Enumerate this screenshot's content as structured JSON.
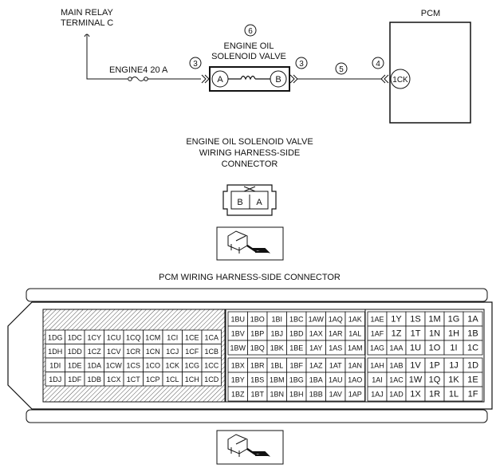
{
  "labels": {
    "main_relay": [
      "MAIN RELAY",
      "TERMINAL C"
    ],
    "pcm": "PCM",
    "fuse": "ENGINE4 20 A",
    "valve_title": [
      "ENGINE OIL",
      "SOLENOID VALVE"
    ],
    "terminal_a": "A",
    "terminal_b": "B",
    "pcm_terminal": "1CK",
    "callouts": {
      "c3_left": "3",
      "c3_right": "3",
      "c4": "4",
      "c5": "5",
      "c6": "6"
    },
    "valve_connector_title": [
      "ENGINE OIL SOLENOID VALVE",
      "WIRING HARNESS-SIDE",
      "CONNECTOR"
    ],
    "valve_connector_pins": [
      "B",
      "A"
    ],
    "pcm_connector_title": "PCM WIRING HARNESS-SIDE CONNECTOR"
  },
  "pcm_connector": {
    "left_block": [
      [
        "1DG",
        "1DC",
        "1CY",
        "1CU",
        "1CQ",
        "1CM",
        "1CI",
        "1CE",
        "1CA"
      ],
      [
        "1DH",
        "1DD",
        "1CZ",
        "1CV",
        "1CR",
        "1CN",
        "1CJ",
        "1CF",
        "1CB"
      ],
      [
        "1DI",
        "1DE",
        "1DA",
        "1CW",
        "1CS",
        "1CO",
        "1CK",
        "1CG",
        "1CC"
      ],
      [
        "1DJ",
        "1DF",
        "1DB",
        "1CX",
        "1CT",
        "1CP",
        "1CL",
        "1CH",
        "1CD"
      ]
    ],
    "middle_top": [
      [
        "1BU",
        "1BO",
        "1BI",
        "1BC",
        "1AW",
        "1AQ",
        "1AK"
      ],
      [
        "1BV",
        "1BP",
        "1BJ",
        "1BD",
        "1AX",
        "1AR",
        "1AL"
      ],
      [
        "1BW",
        "1BQ",
        "1BK",
        "1BE",
        "1AY",
        "1AS",
        "1AM"
      ]
    ],
    "middle_bottom": [
      [
        "1BX",
        "1BR",
        "1BL",
        "1BF",
        "1AZ",
        "1AT",
        "1AN"
      ],
      [
        "1BY",
        "1BS",
        "1BM",
        "1BG",
        "1BA",
        "1AU",
        "1AO"
      ],
      [
        "1BZ",
        "1BT",
        "1BN",
        "1BH",
        "1BB",
        "1AV",
        "1AP"
      ]
    ],
    "right_top": [
      [
        "1AE",
        "1Y",
        "1S",
        "1M",
        "1G",
        "1A"
      ],
      [
        "1AF",
        "1Z",
        "1T",
        "1N",
        "1H",
        "1B"
      ],
      [
        "1AG",
        "1AA",
        "1U",
        "1O",
        "1I",
        "1C"
      ]
    ],
    "right_bottom": [
      [
        "1AH",
        "1AB",
        "1V",
        "1P",
        "1J",
        "1D"
      ],
      [
        "1AI",
        "1AC",
        "1W",
        "1Q",
        "1K",
        "1E"
      ],
      [
        "1AJ",
        "1AD",
        "1X",
        "1R",
        "1L",
        "1F"
      ]
    ]
  }
}
